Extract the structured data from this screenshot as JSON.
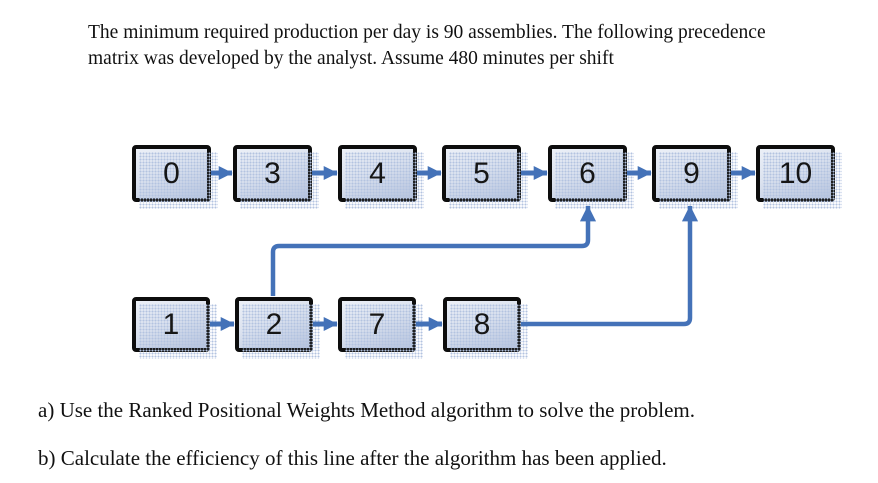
{
  "problem": {
    "lines": [
      "The minimum required production per day is 90 assemblies. The following precedence",
      "matrix was developed by the analyst. Assume 480 minutes per shift"
    ]
  },
  "diagram": {
    "top_row": [
      "0",
      "3",
      "4",
      "5",
      "6",
      "9",
      "10"
    ],
    "bottom_row": [
      "1",
      "2",
      "7",
      "8"
    ],
    "edges": [
      "0-3",
      "3-4",
      "4-5",
      "5-6",
      "6-9",
      "9-10",
      "1-2",
      "2-7",
      "7-8",
      "2-6",
      "8-9"
    ],
    "colors": {
      "connector": "#4472b8",
      "node_border": "#0d0d0d",
      "node_fill_light": "#ecf0f7",
      "node_fill_dark": "#b7c4de",
      "shadow_dots": "#b3c3e0"
    }
  },
  "questions": [
    "a) Use the Ranked Positional Weights Method algorithm to solve the problem.",
    "b) Calculate the efficiency of this line after the algorithm has been applied."
  ]
}
